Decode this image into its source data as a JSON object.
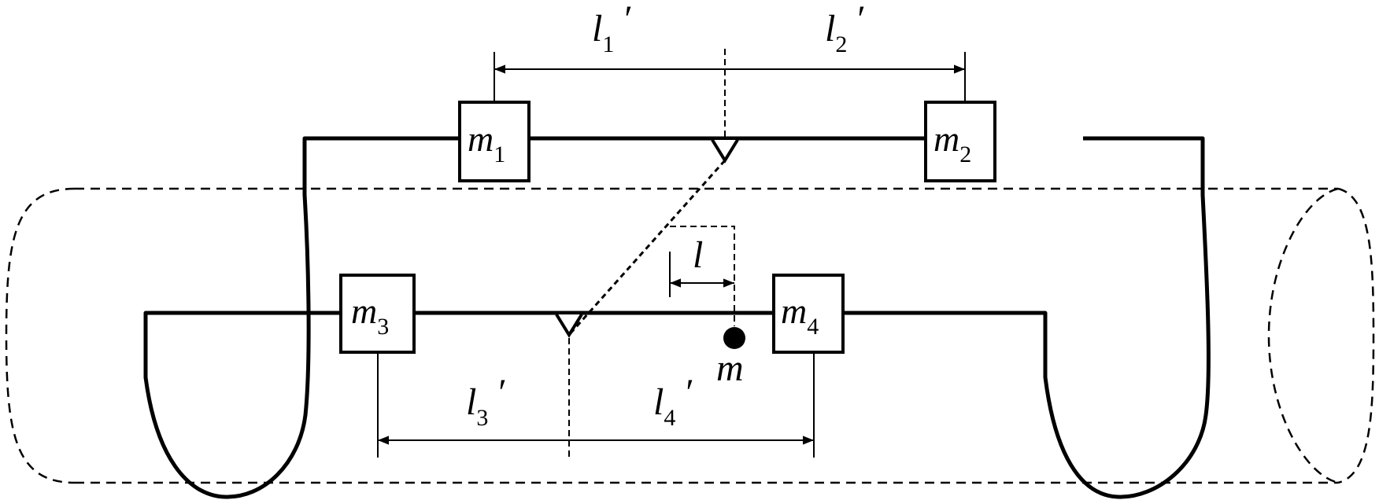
{
  "colors": {
    "ink": "#000000",
    "paper": "#ffffff"
  },
  "masses": {
    "m1": {
      "symbol": "m",
      "subscript": "1"
    },
    "m2": {
      "symbol": "m",
      "subscript": "2"
    },
    "m3": {
      "symbol": "m",
      "subscript": "3"
    },
    "m4": {
      "symbol": "m",
      "subscript": "4"
    }
  },
  "point_mass": {
    "symbol": "m"
  },
  "dimensions": {
    "l1": {
      "symbol": "l",
      "subscript": "1",
      "prime": "′"
    },
    "l2": {
      "symbol": "l",
      "subscript": "2",
      "prime": "′"
    },
    "l3": {
      "symbol": "l",
      "subscript": "3",
      "prime": "′"
    },
    "l4": {
      "symbol": "l",
      "subscript": "4",
      "prime": "′"
    },
    "l": {
      "symbol": "l"
    }
  }
}
